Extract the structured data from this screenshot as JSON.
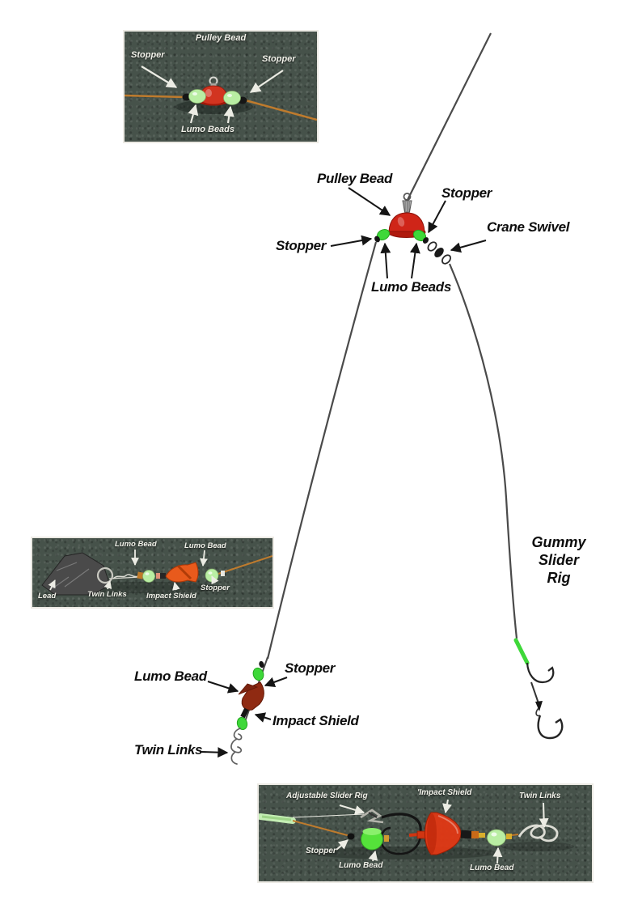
{
  "page": {
    "title": "Gummy Slider Rig diagram"
  },
  "colors": {
    "photo_background": "#46524a",
    "line_gray": "#4a4a4a",
    "label_black": "#0d0d0d",
    "photo_label_white": "#f2f2ea",
    "lumo_green_drawing": "#3ed839",
    "lumo_green_photo": "#b9eea3",
    "pulley_bead_red": "#cf2518",
    "impact_shield_orange": "#e8561c",
    "impact_shield_maroon": "#8f2a12",
    "rig_line_orange": "#bf7b2d",
    "green_tube": "#3ed839"
  },
  "main_diagram": {
    "labels": {
      "pulley_bead": "Pulley Bead",
      "stopper_top": "Stopper",
      "crane_swivel": "Crane Swivel",
      "stopper_left": "Stopper",
      "lumo_beads": "Lumo Beads",
      "lumo_bead_lower": "Lumo Bead",
      "stopper_lower": "Stopper",
      "impact_shield_lower": "Impact Shield",
      "twin_links_lower": "Twin Links"
    },
    "rig_name": {
      "line1": "Gummy",
      "line2": "Slider",
      "line3": "Rig"
    }
  },
  "insets": {
    "top": {
      "labels": {
        "pulley_bead": "Pulley Bead",
        "stopper_left": "Stopper",
        "stopper_right": "Stopper",
        "lumo_beads": "Lumo Beads"
      }
    },
    "middle": {
      "labels": {
        "lumo_bead_1": "Lumo Bead",
        "lumo_bead_2": "Lumo Bead",
        "lead": "Lead",
        "twin_links": "Twin Links",
        "impact_shield": "Impact Shield",
        "stopper": "Stopper"
      }
    },
    "bottom": {
      "labels": {
        "adjustable_slider_rig": "Adjustable Slider Rig",
        "impact_shield": "'Impact Shield",
        "twin_links": "Twin Links",
        "stopper": "Stopper",
        "lumo_bead_1": "Lumo Bead",
        "lumo_bead_2": "Lumo Bead"
      }
    }
  }
}
